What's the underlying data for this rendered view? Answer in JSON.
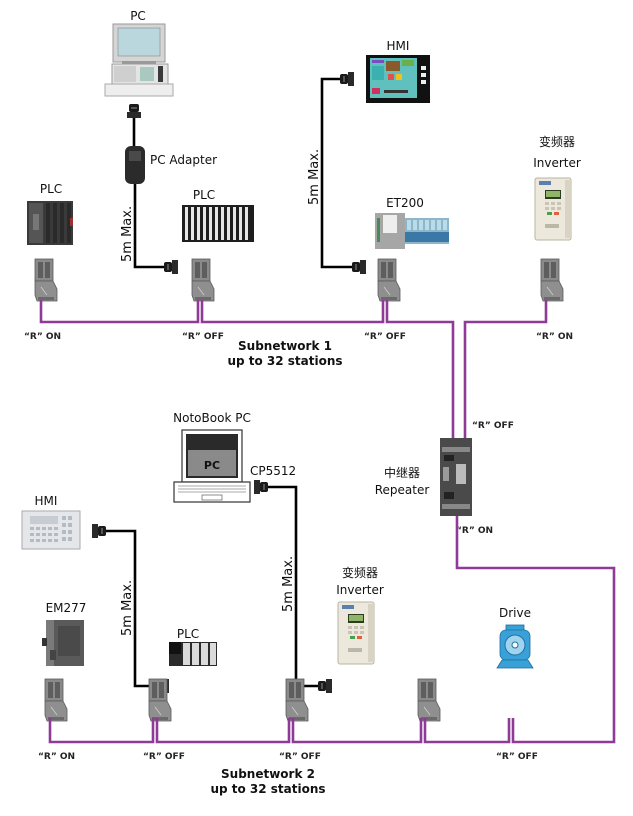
{
  "colors": {
    "bus": "#8e3a96",
    "cable": "#000000",
    "connector": "#7a7a7a",
    "drive": "#3aa0d8"
  },
  "subnetwork1": {
    "title": "Subnetwork 1",
    "subtitle": "up to 32 stations",
    "devices": {
      "pc": {
        "label": "PC",
        "icon": "desktop-pc-icon"
      },
      "pc_adapter": {
        "label": "PC Adapter",
        "icon": "pc-adapter-icon"
      },
      "plc_left": {
        "label": "PLC",
        "icon": "plc-icon",
        "termination": "“R” ON"
      },
      "plc_rack": {
        "label": "PLC",
        "icon": "plc-rack-icon",
        "termination": "“R” OFF"
      },
      "hmi": {
        "label": "HMI",
        "icon": "hmi-touch-panel-icon"
      },
      "et200": {
        "label": "ET200",
        "icon": "et200-io-icon",
        "termination": "“R” OFF"
      },
      "inverter": {
        "label_cn": "变频器",
        "label": "Inverter",
        "icon": "inverter-icon",
        "termination": "“R” ON"
      }
    },
    "cable_limits": [
      "5m Max.",
      "5m Max."
    ]
  },
  "repeater": {
    "label_cn": "中继器",
    "label": "Repeater",
    "icon": "repeater-icon",
    "termination_top": "“R” OFF",
    "termination_bottom": "“R” ON"
  },
  "subnetwork2": {
    "title": "Subnetwork 2",
    "subtitle": "up to 32 stations",
    "devices": {
      "notebook": {
        "label": "NotoBook PC",
        "screen_text": "PC",
        "icon": "notebook-pc-icon"
      },
      "cp5512": {
        "label": "CP5512",
        "icon": "cp5512-connector-icon"
      },
      "hmi": {
        "label": "HMI",
        "icon": "hmi-keypad-icon"
      },
      "em277": {
        "label": "EM277",
        "icon": "em277-module-icon",
        "termination": "“R” ON"
      },
      "plc": {
        "label": "PLC",
        "icon": "plc-compact-icon",
        "termination": "“R” OFF"
      },
      "inverter": {
        "label_cn": "变频器",
        "label": "Inverter",
        "icon": "inverter-icon",
        "termination": "“R” OFF"
      },
      "drive": {
        "label": "Drive",
        "icon": "motor-drive-icon",
        "termination": "“R” OFF"
      }
    },
    "cable_limits": [
      "5m Max.",
      "5m Max."
    ]
  }
}
